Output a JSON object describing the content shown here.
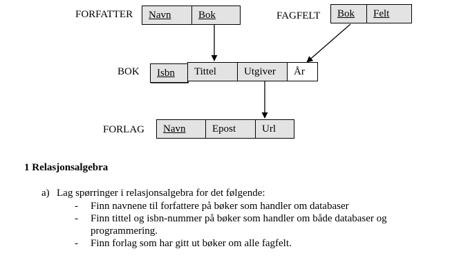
{
  "diagram": {
    "relations": [
      {
        "name": "FORFATTER",
        "attributes": [
          {
            "label": "Navn",
            "key": true
          },
          {
            "label": "Bok",
            "key": true
          }
        ]
      },
      {
        "name": "FAGFELT",
        "attributes": [
          {
            "label": "Bok",
            "key": true
          },
          {
            "label": "Felt",
            "key": true
          }
        ]
      },
      {
        "name": "BOK",
        "attributes": [
          {
            "label": "Isbn",
            "key": true
          },
          {
            "label": "Tittel",
            "key": false
          },
          {
            "label": "Utgiver",
            "key": false
          },
          {
            "label": "År",
            "key": false
          }
        ]
      },
      {
        "name": "FORLAG",
        "attributes": [
          {
            "label": "Navn",
            "key": true
          },
          {
            "label": "Epost",
            "key": false
          },
          {
            "label": "Url",
            "key": false
          }
        ]
      }
    ]
  },
  "section": {
    "title": "1 Relasjonsalgebra"
  },
  "task": {
    "marker": "a)",
    "text": "Lag spørringer i relasjonsalgebra for det følgende:",
    "bullet_marker": "-",
    "items": [
      "Finn navnene til forfattere på bøker som handler om databaser",
      "Finn tittel og isbn-nummer på bøker som handler om både databaser og programmering.",
      "Finn forlag som har gitt ut bøker om alle fagfelt."
    ]
  }
}
